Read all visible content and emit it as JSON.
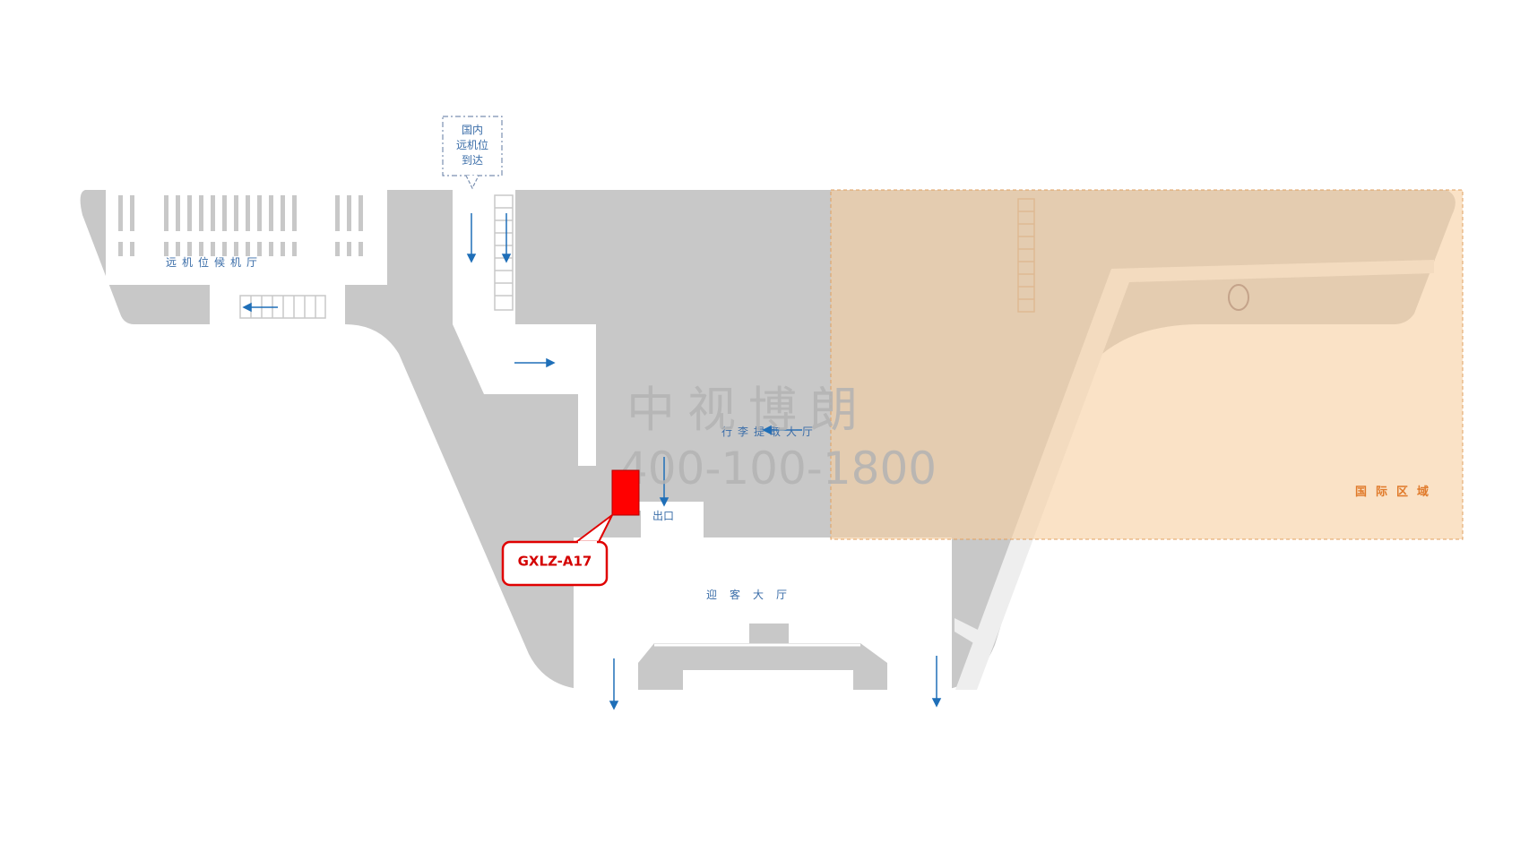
{
  "labels": {
    "remote_arrival": [
      "国内",
      "远机位",
      "到达"
    ],
    "remote_gate_hall": "远机位候机厅",
    "baggage_claim": "行李提取大厅",
    "exit": "出口",
    "greeting_hall": "迎客大厅",
    "intl_area": "国际区域"
  },
  "watermark": {
    "company": "中视博朗",
    "phone": "400-100-1800"
  },
  "ad_spot": {
    "code": "GXLZ-A17",
    "color": "#ff0000"
  },
  "colors": {
    "floor": "#c8c8c8",
    "walkway": "#ffffff",
    "arrow": "#1f6fb8",
    "intl_overlay": "#f7cfa0",
    "callout_border": "#e00000"
  }
}
